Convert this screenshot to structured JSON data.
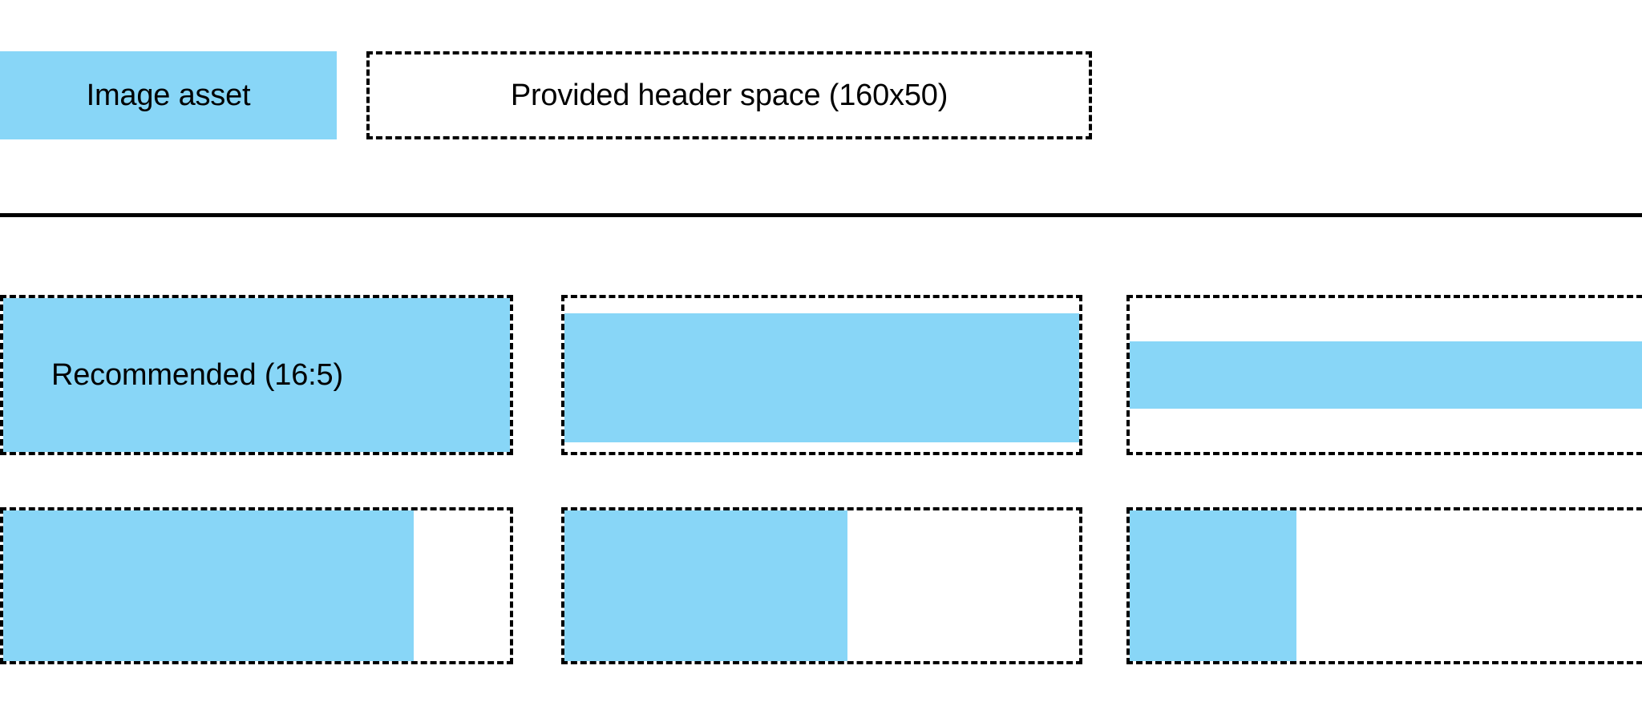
{
  "page": {
    "background": "#ffffff",
    "accent_blue": "#88d6f7",
    "outline_color": "#000000"
  },
  "header": {
    "image_asset_label": "Image asset",
    "header_space_label": "Provided header space (160x50)"
  },
  "divider": {
    "present": true
  },
  "ratio_grid": {
    "recommended_label": "Recommended (16:5)",
    "rows": [
      {
        "row_index": 1,
        "cells": [
          {
            "name": "recommended-16-5",
            "label": "Recommended (16:5)",
            "fill_left_pct": 0,
            "fill_top_pct": 0,
            "fill_width_pct": 100,
            "fill_height_pct": 100
          },
          {
            "name": "ratio-cell-row1-col2",
            "label": "",
            "fill_left_pct": 0,
            "fill_top_pct": 10,
            "fill_width_pct": 100,
            "fill_height_pct": 84
          },
          {
            "name": "ratio-cell-row1-col3",
            "label": "",
            "fill_left_pct": 0,
            "fill_top_pct": 28,
            "fill_width_pct": 100,
            "fill_height_pct": 44
          }
        ]
      },
      {
        "row_index": 2,
        "cells": [
          {
            "name": "ratio-cell-row2-col1",
            "label": "",
            "fill_left_pct": 0,
            "fill_top_pct": 0,
            "fill_width_pct": 81,
            "fill_height_pct": 100
          },
          {
            "name": "ratio-cell-row2-col2",
            "label": "",
            "fill_left_pct": 0,
            "fill_top_pct": 0,
            "fill_width_pct": 55,
            "fill_height_pct": 100
          },
          {
            "name": "ratio-cell-row2-col3",
            "label": "",
            "fill_left_pct": 0,
            "fill_top_pct": 0,
            "fill_width_pct": 31,
            "fill_height_pct": 100
          }
        ]
      }
    ]
  }
}
